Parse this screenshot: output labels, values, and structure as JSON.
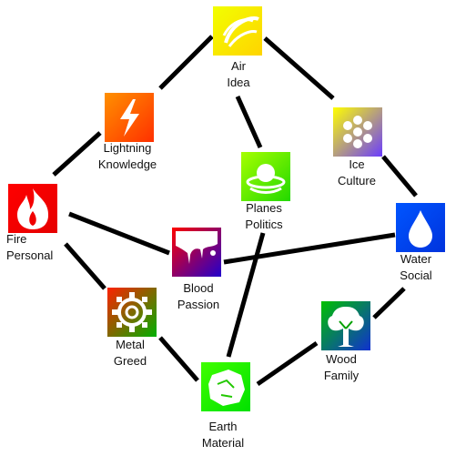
{
  "nodes": {
    "air": {
      "name": "Air",
      "trait": "Idea",
      "icon": "air-swirl-icon",
      "colors": [
        "#f2ff00",
        "#ffd400"
      ]
    },
    "lightning": {
      "name": "Lightning",
      "trait": "Knowledge",
      "icon": "lightning-bolt-icon",
      "colors": [
        "#ff9000",
        "#ff3000"
      ]
    },
    "ice": {
      "name": "Ice",
      "trait": "Culture",
      "icon": "snowflake-icon",
      "colors": [
        "#ffff00",
        "#6a3cff"
      ]
    },
    "planes": {
      "name": "Planes",
      "trait": "Politics",
      "icon": "planes-orb-icon",
      "colors": [
        "#a6ff00",
        "#22d800"
      ]
    },
    "fire": {
      "name": "Fire",
      "trait": "Personal",
      "icon": "flame-icon",
      "colors": [
        "#ff0000",
        "#e60000"
      ]
    },
    "water": {
      "name": "Water",
      "trait": "Social",
      "icon": "water-drop-icon",
      "colors": [
        "#0055ff",
        "#0033dd"
      ]
    },
    "blood": {
      "name": "Blood",
      "trait": "Passion",
      "icon": "blood-drip-icon",
      "colors": [
        "#ff0000",
        "#2200cc"
      ]
    },
    "metal": {
      "name": "Metal",
      "trait": "Greed",
      "icon": "gear-icon",
      "colors": [
        "#ff2000",
        "#00b000"
      ]
    },
    "wood": {
      "name": "Wood",
      "trait": "Family",
      "icon": "tree-icon",
      "colors": [
        "#00c000",
        "#1030d0"
      ]
    },
    "earth": {
      "name": "Earth",
      "trait": "Material",
      "icon": "rock-icon",
      "colors": [
        "#40ff00",
        "#00e000"
      ]
    }
  },
  "links": [
    [
      "air",
      "lightning"
    ],
    [
      "air",
      "ice"
    ],
    [
      "air",
      "planes"
    ],
    [
      "lightning",
      "fire"
    ],
    [
      "ice",
      "water"
    ],
    [
      "fire",
      "blood"
    ],
    [
      "fire",
      "metal"
    ],
    [
      "blood",
      "water"
    ],
    [
      "planes",
      "earth"
    ],
    [
      "metal",
      "earth"
    ],
    [
      "earth",
      "wood"
    ],
    [
      "wood",
      "water"
    ]
  ]
}
